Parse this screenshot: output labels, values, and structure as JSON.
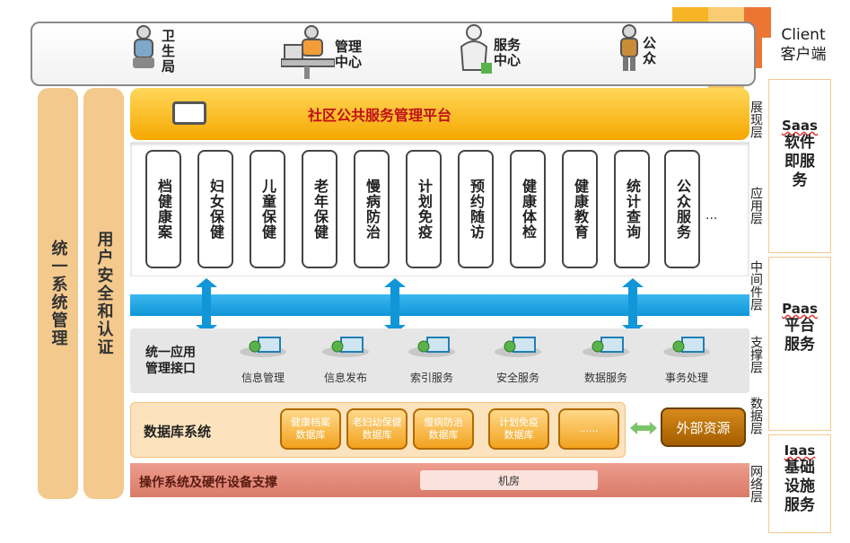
{
  "client": {
    "actors": [
      "卫\n生\n局",
      "管理\n中心",
      "服务\n中心",
      "公\n众"
    ],
    "label": "Client\n客户端"
  },
  "left_columns": [
    "统一系统管理",
    "用户安全和认证"
  ],
  "platform_title": "社区公共服务管理平台",
  "apps": [
    "档健康案",
    "妇女保健",
    "儿童保健",
    "老年保健",
    "慢病防治",
    "计划免疫",
    "预约随访",
    "健康体检",
    "健康教育",
    "统计查询",
    "公众服务"
  ],
  "apps_more": "...",
  "interface": {
    "title": "统一应用\n管理接口",
    "services": [
      "信息管理",
      "信息发布",
      "索引服务",
      "安全服务",
      "数据服务",
      "事务处理"
    ]
  },
  "database": {
    "title": "数据库系统",
    "items": [
      "健康档案\n数据库",
      "老妇幼保健\n数据库",
      "慢病防治\n数据库",
      "计划免疫\n数据库",
      "......"
    ],
    "external": "外部资源"
  },
  "os": {
    "title": "操作系统及硬件设备支撑",
    "machine_room": "机房"
  },
  "layers": [
    "展现层",
    "应用层",
    "中间件层",
    "支撑层",
    "数据层",
    "网络层"
  ],
  "service_models": [
    {
      "en": "Saas",
      "cn": "软件\n即服\n务"
    },
    {
      "en": "Paas",
      "cn": "平台\n服务"
    },
    {
      "en": "Iaas",
      "cn": "基础\n设施\n服务"
    }
  ],
  "colors": {
    "platform": "#f6a800",
    "bus": "#1196d8",
    "os": "#d97a68",
    "column": "#f3c98d"
  }
}
